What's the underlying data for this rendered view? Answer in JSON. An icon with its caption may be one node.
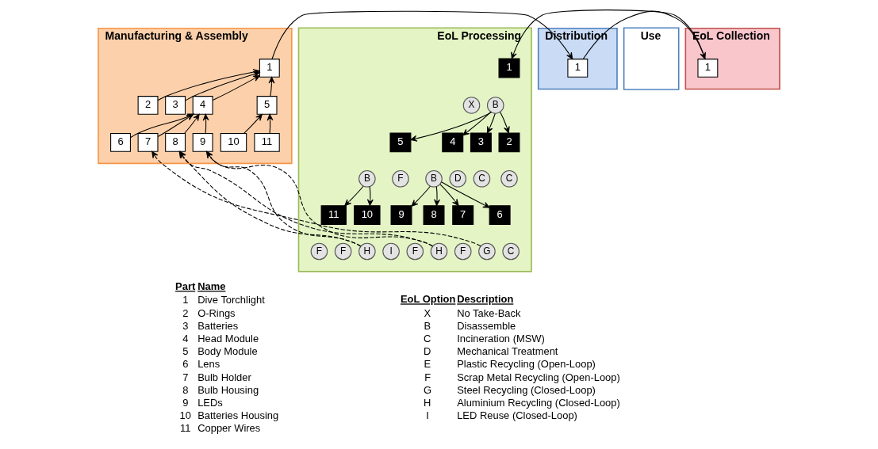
{
  "diagram": {
    "nodes": [
      {
        "text": [
          "Manufacturing & Assembly"
        ]
      },
      {
        "text": [
          "1"
        ],
        "in": 0
      },
      {
        "text": [
          "2"
        ],
        "in": 0
      },
      {
        "text": [
          "3"
        ],
        "in": 0
      },
      {
        "text": [
          "4"
        ],
        "in": 0
      },
      {
        "text": [
          "5"
        ],
        "in": 0
      },
      {
        "text": [
          "6"
        ],
        "in": 0
      },
      {
        "text": [
          "7"
        ],
        "in": 0
      },
      {
        "text": [
          "8"
        ],
        "in": 0
      },
      {
        "text": [
          "9"
        ],
        "in": 0
      },
      {
        "text": [
          "10"
        ],
        "in": 0
      },
      {
        "text": [
          "11"
        ],
        "in": 0
      },
      {
        "text": [
          "Distribution"
        ]
      },
      {
        "text": [
          "1"
        ],
        "in": 12
      },
      {
        "text": [
          "Use"
        ]
      },
      {
        "text": [
          "EoL Collection"
        ]
      },
      {
        "text": [
          "1"
        ],
        "in": 15
      },
      {
        "text": [
          "EoL Processing"
        ]
      },
      {
        "text": [
          "1"
        ],
        "in": 17
      },
      {
        "text": [
          "X"
        ],
        "in": 17
      },
      {
        "text": [
          "B"
        ],
        "in": 17
      },
      {
        "text": [
          "5"
        ],
        "in": 17
      },
      {
        "text": [
          "B"
        ],
        "in": 17
      },
      {
        "text": [
          "F"
        ],
        "in": 17
      },
      {
        "text": [
          "4"
        ],
        "in": 17
      },
      {
        "text": [
          "B"
        ],
        "in": 17
      },
      {
        "text": [
          "D"
        ],
        "in": 17
      },
      {
        "text": [
          "3"
        ],
        "in": 17
      },
      {
        "text": [
          "C"
        ],
        "in": 17
      },
      {
        "text": [
          "2"
        ],
        "in": 17
      },
      {
        "text": [
          "C"
        ],
        "in": 17
      },
      {
        "text": [
          "11"
        ],
        "in": 17
      },
      {
        "text": [
          "F"
        ],
        "in": 17
      },
      {
        "text": [
          "10"
        ],
        "in": 17
      },
      {
        "text": [
          "F"
        ],
        "in": 17
      },
      {
        "text": [
          "H"
        ],
        "in": 17
      },
      {
        "text": [
          "9"
        ],
        "in": 17
      },
      {
        "text": [
          "I"
        ],
        "in": 17
      },
      {
        "text": [
          "8"
        ],
        "in": 17
      },
      {
        "text": [
          "F"
        ],
        "in": 17
      },
      {
        "text": [
          "H"
        ],
        "in": 17
      },
      {
        "text": [
          "7"
        ],
        "in": 17
      },
      {
        "text": [
          "F"
        ],
        "in": 17
      },
      {
        "text": [
          "G"
        ],
        "in": 17
      },
      {
        "text": [
          "6"
        ],
        "in": 17
      },
      {
        "text": [
          "C"
        ],
        "in": 17
      }
    ],
    "edges": [
      {
        "from": 2,
        "to": 1,
        "arrow": "to"
      },
      {
        "from": 3,
        "to": 1,
        "arrow": "to"
      },
      {
        "from": 4,
        "to": 1,
        "arrow": "to"
      },
      {
        "from": 5,
        "to": 1,
        "arrow": "to"
      },
      {
        "from": 6,
        "to": 4,
        "arrow": "to"
      },
      {
        "from": 7,
        "to": 4,
        "arrow": "to"
      },
      {
        "from": 8,
        "to": 4,
        "arrow": "to"
      },
      {
        "from": 9,
        "to": 4,
        "arrow": "to"
      },
      {
        "from": 10,
        "to": 5,
        "arrow": "to"
      },
      {
        "from": 11,
        "to": 5,
        "arrow": "to"
      },
      {
        "from": 1,
        "to": 13,
        "arrow": "to"
      },
      {
        "from": 13,
        "to": 16,
        "arrow": "to"
      },
      {
        "from": 16,
        "to": 18,
        "arrow": "to"
      },
      {
        "from": 20,
        "to": 21,
        "arrow": "to"
      },
      {
        "from": 20,
        "to": 24,
        "arrow": "to"
      },
      {
        "from": 20,
        "to": 27,
        "arrow": "to"
      },
      {
        "from": 20,
        "to": 29,
        "arrow": "to"
      },
      {
        "from": 22,
        "to": 31,
        "arrow": "to"
      },
      {
        "from": 22,
        "to": 33,
        "arrow": "to"
      },
      {
        "from": 25,
        "to": 36,
        "arrow": "to"
      },
      {
        "from": 25,
        "to": 38,
        "arrow": "to"
      },
      {
        "from": 25,
        "to": 41,
        "arrow": "to"
      },
      {
        "from": 25,
        "to": 44,
        "arrow": "to"
      },
      {
        "from": 35,
        "to": 9,
        "arrow": "to",
        "style": "dashed"
      },
      {
        "from": 35,
        "to": 8,
        "arrow": "to",
        "style": "dashed"
      },
      {
        "from": 40,
        "to": 9,
        "arrow": "to",
        "style": "dashed"
      },
      {
        "from": 40,
        "to": 8,
        "arrow": "to",
        "style": "dashed"
      },
      {
        "from": 43,
        "to": 7,
        "arrow": "to",
        "style": "dashed"
      }
    ],
    "labels": [
      "Part",
      "Name",
      "1",
      "Dive Torchlight",
      "2",
      "O-Rings",
      "3",
      "Batteries",
      "4",
      "Head Module",
      "5",
      "Body Module",
      "6",
      "Lens",
      "7",
      "Bulb Holder",
      "8",
      "Bulb Housing",
      "9",
      "LEDs",
      "10",
      "Batteries Housing",
      "11",
      "Copper Wires",
      "EoL Option",
      "Description",
      "X",
      "No Take-Back",
      "B",
      "Disassemble",
      "C",
      "Incineration (MSW)",
      "D",
      "Mechanical Treatment",
      "E",
      "Plastic Recycling (Open-Loop)",
      "F",
      "Scrap Metal Recycling (Open-Loop)",
      "G",
      "Steel Recycling (Closed-Loop)",
      "H",
      "Aluminium Recycling (Closed-Loop)",
      "I",
      "LED Reuse (Closed-Loop)"
    ]
  }
}
